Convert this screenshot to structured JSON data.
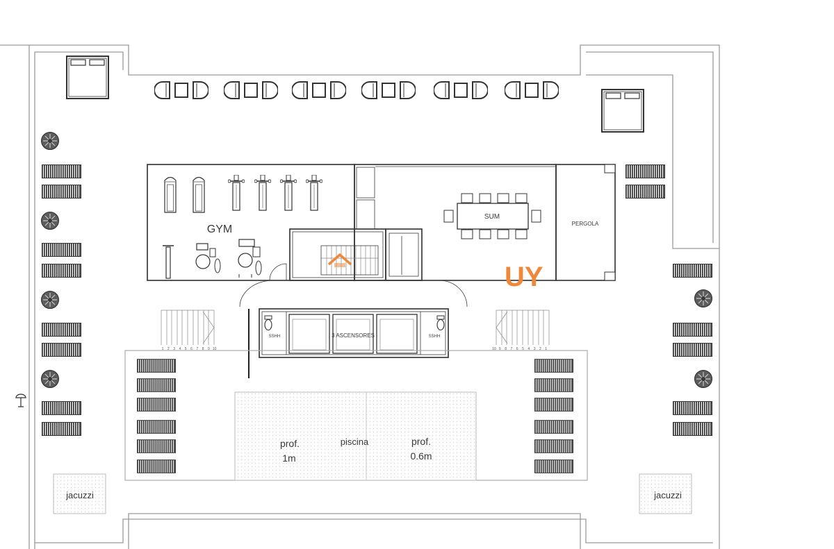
{
  "labels": {
    "gym": "GYM",
    "sum": "SUM",
    "pergola": "PERGOLA",
    "pool": "piscina",
    "depth_left_1": "prof.",
    "depth_left_2": "1m",
    "depth_right_1": "prof.",
    "depth_right_2": "0.6m",
    "jacuzzi_left": "jacuzzi",
    "jacuzzi_right": "jacuzzi",
    "restroom_left": "SSHH",
    "restroom_right": "SSHH",
    "elevators": "3 ASCENSORES"
  },
  "stairs": {
    "left_steps": [
      "1",
      "2",
      "3",
      "4",
      "5",
      "6",
      "7",
      "8",
      "9",
      "10"
    ],
    "right_steps": [
      "10",
      "9",
      "8",
      "7",
      "6",
      "5",
      "4",
      "3",
      "2",
      "1"
    ]
  },
  "watermark": {
    "text": "UY"
  },
  "colors": {
    "wall": "#9a9a9a",
    "room": "#3a3a3a",
    "watermark": "#f0883a",
    "background": "#ffffff"
  },
  "icons": {
    "plant": "shrub-icon",
    "lounger": "sun-lounger-icon",
    "chair_set": "chair-set-icon",
    "bed": "daybed-icon",
    "shower": "shower-icon",
    "toilet": "toilet-icon",
    "logo": "house-logo-icon"
  }
}
